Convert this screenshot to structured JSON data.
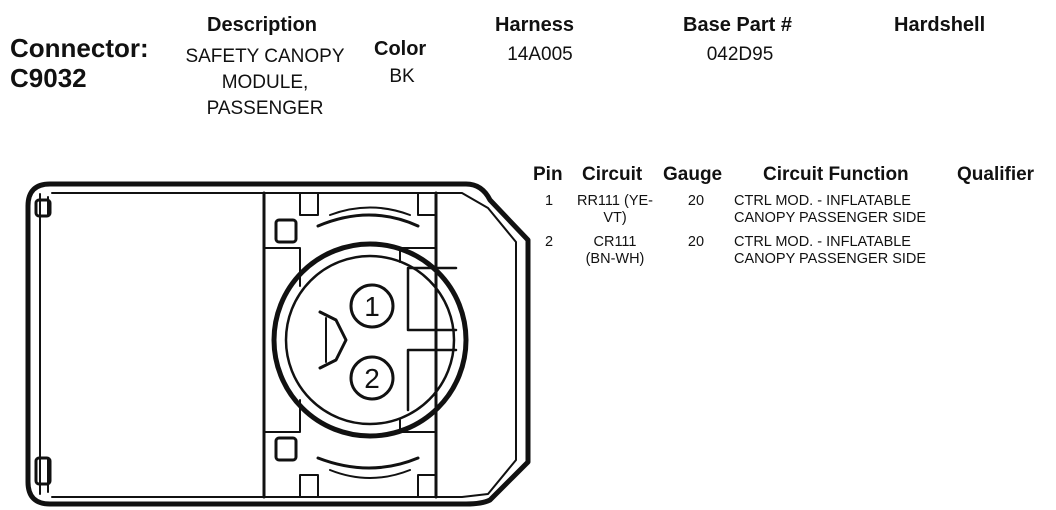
{
  "connector": {
    "label": "Connector:",
    "id": "C9032"
  },
  "header": {
    "description_label": "Description",
    "description_lines": [
      "SAFETY CANOPY",
      "MODULE,",
      "PASSENGER"
    ],
    "color_label": "Color",
    "color_value": "BK",
    "harness_label": "Harness",
    "harness_value": "14A005",
    "base_part_label": "Base Part #",
    "base_part_value": "042D95",
    "hardshell_label": "Hardshell",
    "hardshell_value": ""
  },
  "pin_table": {
    "columns": [
      "Pin",
      "Circuit",
      "Gauge",
      "Circuit Function",
      "Qualifier"
    ],
    "rows": [
      {
        "pin": "1",
        "circuit_lines": [
          "RR111 (YE-",
          "VT)"
        ],
        "gauge": "20",
        "function_lines": [
          "CTRL MOD. - INFLATABLE",
          "CANOPY PASSENGER SIDE"
        ],
        "qualifier": ""
      },
      {
        "pin": "2",
        "circuit_lines": [
          "CR111",
          "(BN-WH)"
        ],
        "gauge": "20",
        "function_lines": [
          "CTRL MOD. - INFLATABLE",
          "CANOPY PASSENGER SIDE"
        ],
        "qualifier": ""
      }
    ]
  },
  "diagram": {
    "pin_labels": [
      "1",
      "2"
    ]
  }
}
